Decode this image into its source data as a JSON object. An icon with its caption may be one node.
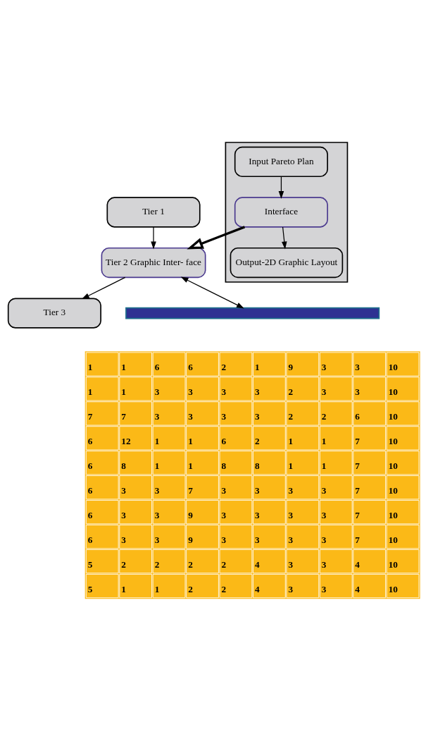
{
  "diagram": {
    "nodes": [
      {
        "text": [
          "Tier 1"
        ]
      },
      {
        "text": [
          "Tier 2 Graphic Inter- face"
        ]
      },
      {
        "text": [
          "Tier 3"
        ]
      },
      {
        "text": [],
        "shape": "box"
      },
      {
        "text": [
          "Input Pareto Plan"
        ],
        "in": 3
      },
      {
        "text": [
          "Interface"
        ],
        "in": 3
      },
      {
        "text": [
          "Output-2D Graphic Layout"
        ],
        "in": 3
      },
      {
        "text": [],
        "shape": "bar"
      }
    ],
    "edges": [
      {
        "from": 0,
        "to": 1,
        "arrow": "to"
      },
      {
        "from": 1,
        "to": 2,
        "arrow": "to"
      },
      {
        "from": 4,
        "to": 5,
        "arrow": "to"
      },
      {
        "from": 5,
        "to": 6,
        "arrow": "to"
      },
      {
        "from": 5,
        "to": 1,
        "arrow": "to",
        "style": "thick"
      },
      {
        "from": 1,
        "to": 7,
        "arrow": "both"
      }
    ],
    "labels": [
      "1",
      "1",
      "6",
      "6",
      "2",
      "1",
      "9",
      "3",
      "3",
      "10",
      "1",
      "1",
      "3",
      "3",
      "3",
      "3",
      "2",
      "3",
      "3",
      "10",
      "7",
      "7",
      "3",
      "3",
      "3",
      "3",
      "2",
      "2",
      "6",
      "10",
      "6",
      "12",
      "1",
      "1",
      "6",
      "2",
      "1",
      "1",
      "7",
      "10",
      "6",
      "8",
      "1",
      "1",
      "8",
      "8",
      "1",
      "1",
      "7",
      "10",
      "6",
      "3",
      "3",
      "7",
      "3",
      "3",
      "3",
      "3",
      "7",
      "10",
      "6",
      "3",
      "3",
      "9",
      "3",
      "3",
      "3",
      "3",
      "7",
      "10",
      "6",
      "3",
      "3",
      "9",
      "3",
      "3",
      "3",
      "3",
      "7",
      "10",
      "5",
      "2",
      "2",
      "2",
      "2",
      "4",
      "3",
      "3",
      "4",
      "10",
      "5",
      "1",
      "1",
      "2",
      "2",
      "4",
      "3",
      "3",
      "4",
      "10"
    ]
  }
}
